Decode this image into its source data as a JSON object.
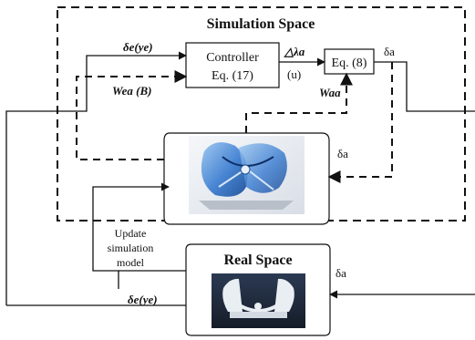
{
  "diagram": {
    "simulation_space_title": "Simulation Space",
    "real_space_title": "Real Space",
    "controller": {
      "line1": "Controller",
      "line2": "Eq. (17)"
    },
    "equation_box": "Eq. (8)",
    "labels": {
      "delta_e_ye_top": "δe(ye)",
      "delta_lambda_a": "△λa",
      "u": "(u)",
      "w_ea_b": "Wea (B)",
      "w_aa": "Waa",
      "delta_a_top": "δa",
      "delta_a_mid": "δa",
      "delta_a_real": "δa",
      "delta_e_ye_bottom": "δe(ye)"
    },
    "update_model": {
      "line1": "Update",
      "line2": "simulation",
      "line3": "model"
    },
    "colors": {
      "lines": "#111111",
      "robot_sim_blue": "#3f7fd1",
      "robot_real_white": "#e9eef2",
      "real_bg": "#1f2a3c",
      "sim_bg": "#eef1f5"
    }
  }
}
